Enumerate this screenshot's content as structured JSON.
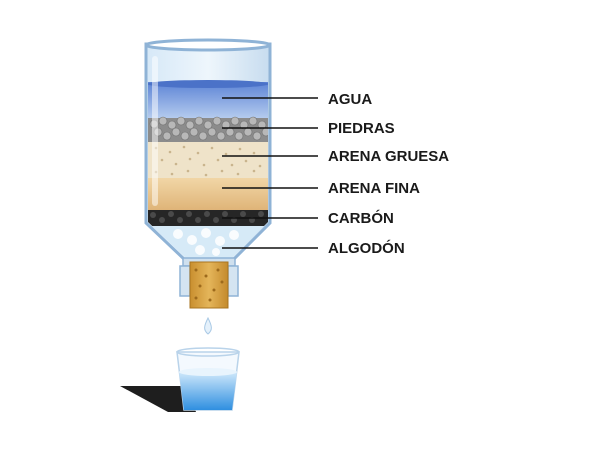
{
  "diagram": {
    "layers": [
      {
        "id": "agua",
        "label": "AGUA",
        "color": "#7aa0e2"
      },
      {
        "id": "piedras",
        "label": "PIEDRAS",
        "color": "#9a9a9a"
      },
      {
        "id": "arena-gruesa",
        "label": "ARENA GRUESA",
        "color": "#eadcc0"
      },
      {
        "id": "arena-fina",
        "label": "ARENA FINA",
        "color": "#e6c48e"
      },
      {
        "id": "carbon",
        "label": "CARBÓN",
        "color": "#2c2c2c"
      },
      {
        "id": "algodon",
        "label": "ALGODÓN",
        "color": "#cfe5f5"
      }
    ],
    "cork_color": "#d9a441",
    "glass_water_color": "#4aa3e8"
  }
}
